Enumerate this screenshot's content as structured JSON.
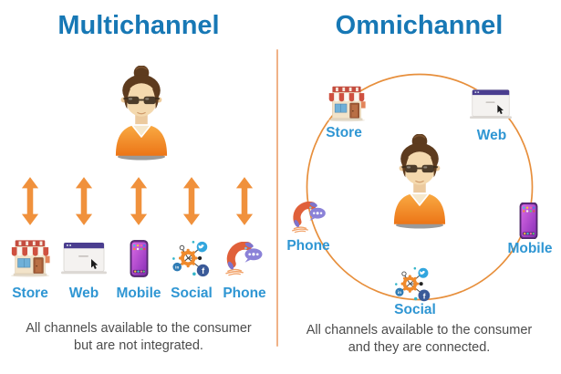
{
  "left": {
    "title": "Multichannel",
    "channels": [
      "Store",
      "Web",
      "Mobile",
      "Social",
      "Phone"
    ],
    "caption": [
      "All channels available to the consumer",
      "but are not integrated."
    ]
  },
  "right": {
    "title": "Omnichannel",
    "channels": {
      "store": "Store",
      "web": "Web",
      "phone": "Phone",
      "mobile": "Mobile",
      "social": "Social"
    },
    "caption": [
      "All channels available to the consumer",
      "and they are connected."
    ]
  },
  "icons": {
    "store": "storefront-icon",
    "web": "browser-window-icon",
    "mobile": "smartphone-icon",
    "social": "social-network-hub-icon",
    "phone": "handset-chat-icon",
    "arrow": "double-headed-arrow-icon",
    "consumer": "consumer-avatar"
  },
  "colors": {
    "title_blue": "#1778b5",
    "label_blue": "#2f96d3",
    "arrow_orange": "#f0913c",
    "circle_orange": "#e78f3c",
    "caption_gray": "#4c4c4c",
    "divider_peach": "#f0b287"
  }
}
